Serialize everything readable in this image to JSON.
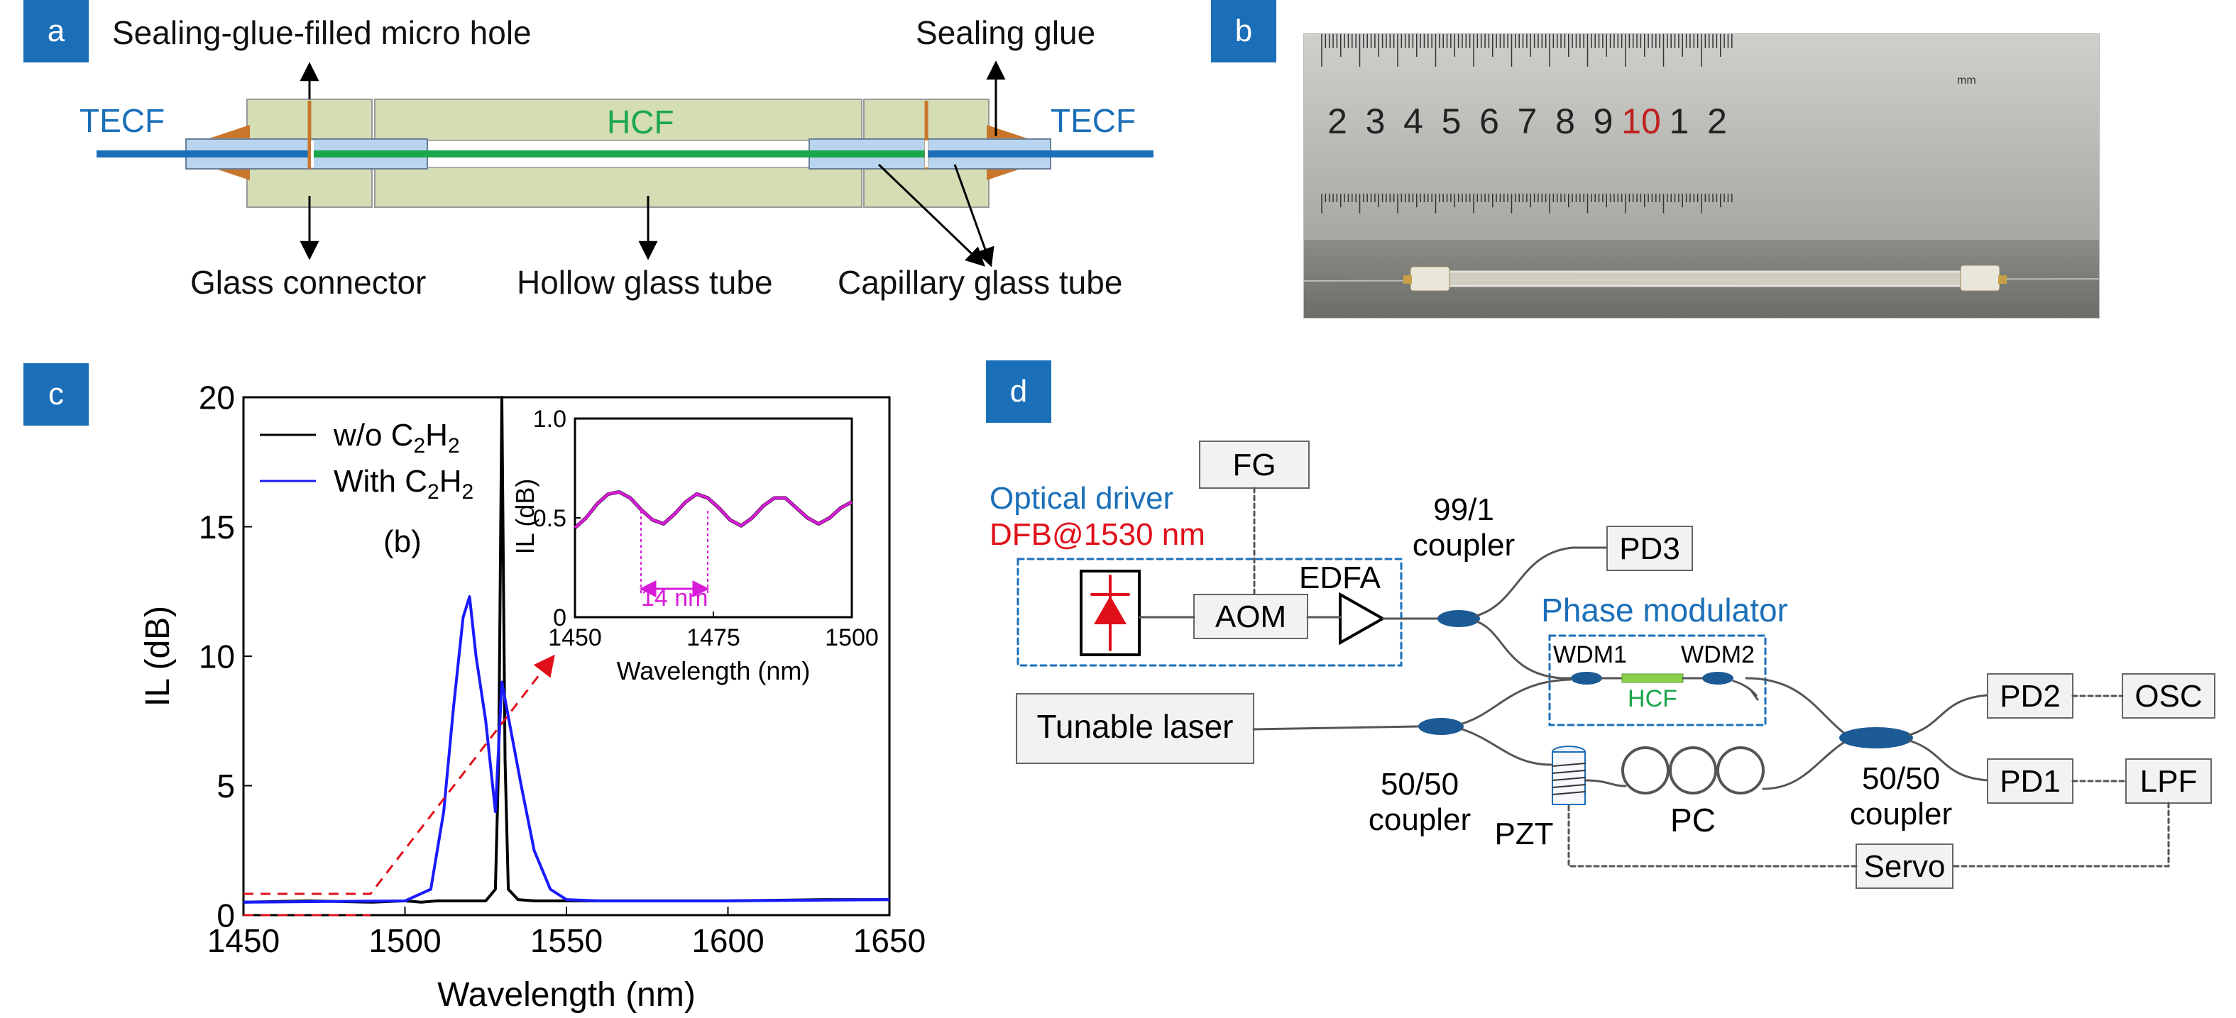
{
  "panel_labels": {
    "a": "a",
    "b": "b",
    "c": "c",
    "d": "d"
  },
  "panel_a": {
    "label_sealing_hole": "Sealing-glue-filled micro hole",
    "label_sealing_glue": "Sealing glue",
    "label_tecf_left": "TECF",
    "label_tecf_right": "TECF",
    "label_hcf": "HCF",
    "label_glass_connector": "Glass connector",
    "label_hollow_tube": "Hollow glass tube",
    "label_capillary_tube": "Capillary glass tube"
  },
  "panel_b": {
    "ruler_numbers": [
      "2",
      "3",
      "4",
      "5",
      "6",
      "7",
      "8",
      "9",
      "10",
      "1",
      "2"
    ],
    "ruler_unit": "mm"
  },
  "panel_c": {
    "annotation_b": "(b)",
    "inset_annotation": "14 nm"
  },
  "panel_d": {
    "fg": "FG",
    "optical_driver": "Optical driver",
    "dfb": "DFB@1530 nm",
    "aom": "AOM",
    "edfa": "EDFA",
    "coupler_991_top": "99/1",
    "coupler_991_bottom": "coupler",
    "pd3": "PD3",
    "phase_modulator": "Phase modulator",
    "wdm1": "WDM1",
    "wdm2": "WDM2",
    "hcf": "HCF",
    "tunable_laser": "Tunable laser",
    "coupler_5050a_top": "50/50",
    "coupler_5050a_bottom": "coupler",
    "pzt": "PZT",
    "pc": "PC",
    "coupler_5050b_top": "50/50",
    "coupler_5050b_bottom": "coupler",
    "pd2": "PD2",
    "osc": "OSC",
    "pd1": "PD1",
    "lpf": "LPF",
    "servo": "Servo"
  },
  "colors": {
    "badge": "#1b6fb8",
    "tecf": "#1b6fb8",
    "hcf": "#1aa64b",
    "dfb": "#e0101a",
    "magenta": "#d81bd8",
    "with_c2h2": "#1a1aff",
    "glass": "#d5ddb5",
    "glue": "#c8762c"
  },
  "chart_data": [
    {
      "type": "line",
      "panel": "c",
      "xlabel": "Wavelength (nm)",
      "ylabel": "IL (dB)",
      "xlim": [
        1450,
        1650
      ],
      "ylim": [
        0,
        20
      ],
      "xticks": [
        1450,
        1500,
        1550,
        1600,
        1650
      ],
      "yticks": [
        0,
        5,
        10,
        15,
        20
      ],
      "legend": "top-left",
      "series": [
        {
          "name": "w/o C2H2",
          "legend_label": "w/o C",
          "sub": "2",
          "mid": "H",
          "sub2": "2",
          "color": "#000000",
          "x": [
            1450,
            1470,
            1490,
            1500,
            1505,
            1510,
            1515,
            1520,
            1525,
            1528,
            1529,
            1530,
            1531,
            1532,
            1535,
            1540,
            1550,
            1570,
            1600,
            1630,
            1650
          ],
          "y": [
            0.5,
            0.55,
            0.5,
            0.55,
            0.5,
            0.55,
            0.55,
            0.55,
            0.55,
            1.0,
            6.0,
            20.0,
            6.0,
            1.0,
            0.6,
            0.55,
            0.55,
            0.55,
            0.55,
            0.6,
            0.6
          ]
        },
        {
          "name": "With C2H2",
          "legend_label": "With C",
          "sub": "2",
          "mid": "H",
          "sub2": "2",
          "color": "#1a1aff",
          "x": [
            1450,
            1500,
            1508,
            1512,
            1515,
            1518,
            1520,
            1522,
            1525,
            1528,
            1530,
            1533,
            1536,
            1540,
            1545,
            1550,
            1560,
            1600,
            1650
          ],
          "y": [
            0.5,
            0.55,
            1.0,
            4.0,
            8.0,
            11.5,
            12.3,
            10.0,
            7.5,
            4.0,
            9.0,
            7.0,
            5.0,
            2.5,
            1.0,
            0.6,
            0.55,
            0.55,
            0.6
          ]
        }
      ]
    },
    {
      "type": "line",
      "panel": "c-inset",
      "xlabel": "Wavelength (nm)",
      "ylabel": "IL (dB)",
      "xlim": [
        1450,
        1500
      ],
      "ylim": [
        0,
        1.0
      ],
      "xticks": [
        1450,
        1475,
        1500
      ],
      "yticks": [
        0,
        0.5,
        1.0
      ],
      "ytick_labels": [
        "0",
        "0.5",
        "1.0"
      ],
      "series": [
        {
          "name": "w/o C2H2",
          "color": "#000000",
          "x": [
            1450,
            1452,
            1454,
            1456,
            1458,
            1460,
            1462,
            1464,
            1466,
            1468,
            1470,
            1472,
            1474,
            1476,
            1478,
            1480,
            1482,
            1484,
            1486,
            1488,
            1490,
            1492,
            1494,
            1496,
            1498,
            1500
          ],
          "y": [
            0.45,
            0.5,
            0.57,
            0.62,
            0.63,
            0.6,
            0.54,
            0.49,
            0.47,
            0.52,
            0.58,
            0.62,
            0.6,
            0.55,
            0.49,
            0.46,
            0.5,
            0.56,
            0.6,
            0.6,
            0.55,
            0.5,
            0.47,
            0.5,
            0.55,
            0.58
          ]
        }
      ]
    }
  ]
}
